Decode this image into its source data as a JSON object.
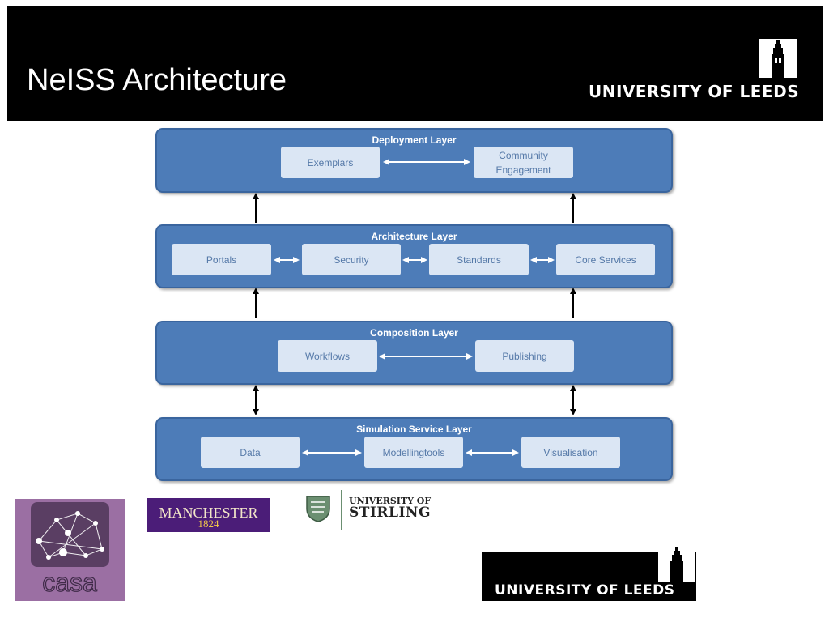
{
  "slide": {
    "title": "NeISS Architecture"
  },
  "header_logo": {
    "text": "UNIVERSITY OF LEEDS"
  },
  "diagram": {
    "layers": [
      {
        "title": "Deployment Layer",
        "nodes": [
          "Exemplars",
          "Community Engagement"
        ]
      },
      {
        "title": "Architecture Layer",
        "nodes": [
          "Portals",
          "Security",
          "Standards",
          "Core Services"
        ]
      },
      {
        "title": "Composition Layer",
        "nodes": [
          "Workflows",
          "Publishing"
        ]
      },
      {
        "title": "Simulation Service Layer",
        "nodes": [
          "Data",
          "Modellingtools",
          "Visualisation"
        ]
      }
    ],
    "colors": {
      "layer": "#4d7cb8",
      "node": "#dbe6f4",
      "node_text": "#5579a8"
    }
  },
  "logos": {
    "casa": "casa",
    "manchester": "MANCHESTER",
    "manchester_year": "1824",
    "stirling_line1": "UNIVERSITY OF",
    "stirling_line2": "STIRLING",
    "leeds_footer": "UNIVERSITY OF LEEDS"
  }
}
